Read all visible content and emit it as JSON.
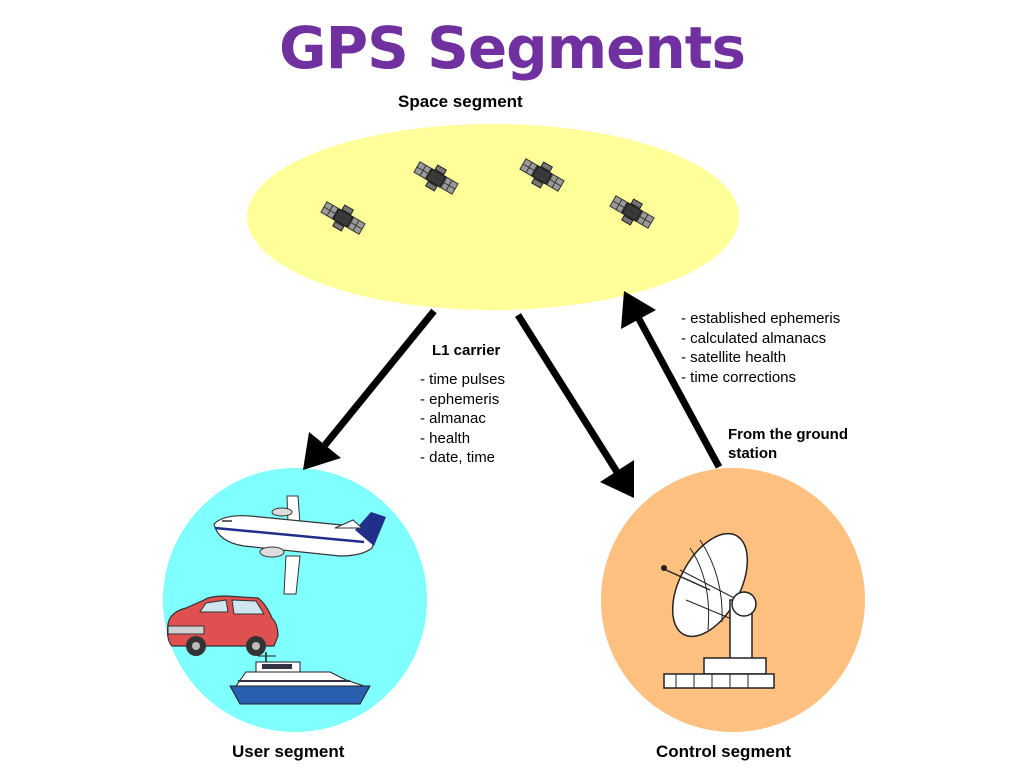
{
  "title": "GPS Segments",
  "colors": {
    "title": "#7030a0",
    "space_ellipse": "#ffff99",
    "user_circle": "#80ffff",
    "control_circle": "#ffc080",
    "arrow": "#000000"
  },
  "space_segment": {
    "label": "Space segment",
    "icons": [
      "satellite-icon",
      "satellite-icon",
      "satellite-icon",
      "satellite-icon"
    ]
  },
  "user_segment": {
    "label": "User segment",
    "icons": [
      "airplane-icon",
      "car-icon",
      "boat-icon"
    ]
  },
  "control_segment": {
    "label": "Control segment",
    "icons": [
      "satellite-dish-icon"
    ]
  },
  "l1_carrier": {
    "heading": "L1 carrier",
    "items": [
      "- time pulses",
      "- ephemeris",
      "- almanac",
      "- health",
      "- date, time"
    ]
  },
  "uplink": {
    "items": [
      "- established ephemeris",
      "- calculated almanacs",
      "- satellite health",
      "- time corrections"
    ],
    "source_label": [
      "From the ground",
      "station"
    ]
  }
}
